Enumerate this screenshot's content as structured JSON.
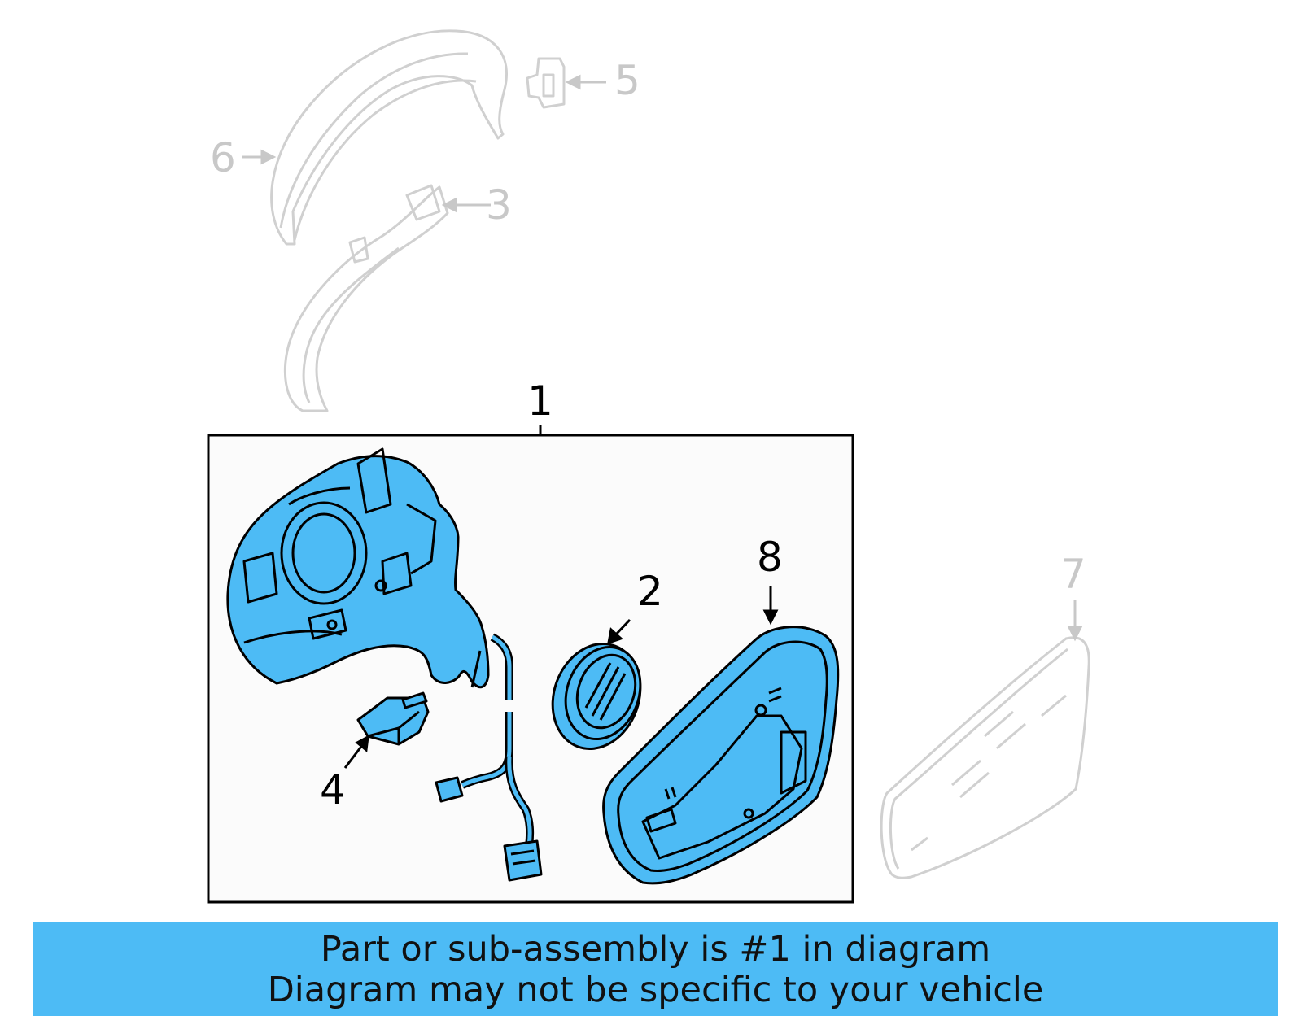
{
  "callouts": {
    "main": "1",
    "c2": "2",
    "c3": "3",
    "c4": "4",
    "c5": "5",
    "c6": "6",
    "c7": "7",
    "c8": "8"
  },
  "banner": {
    "line1": "Part or sub-assembly is #1 in diagram",
    "line2": "Diagram may not be specific to your vehicle"
  },
  "colors": {
    "highlight": "#4dbbf5",
    "faded_outline": "#d0d0d0",
    "outline": "#000000"
  }
}
